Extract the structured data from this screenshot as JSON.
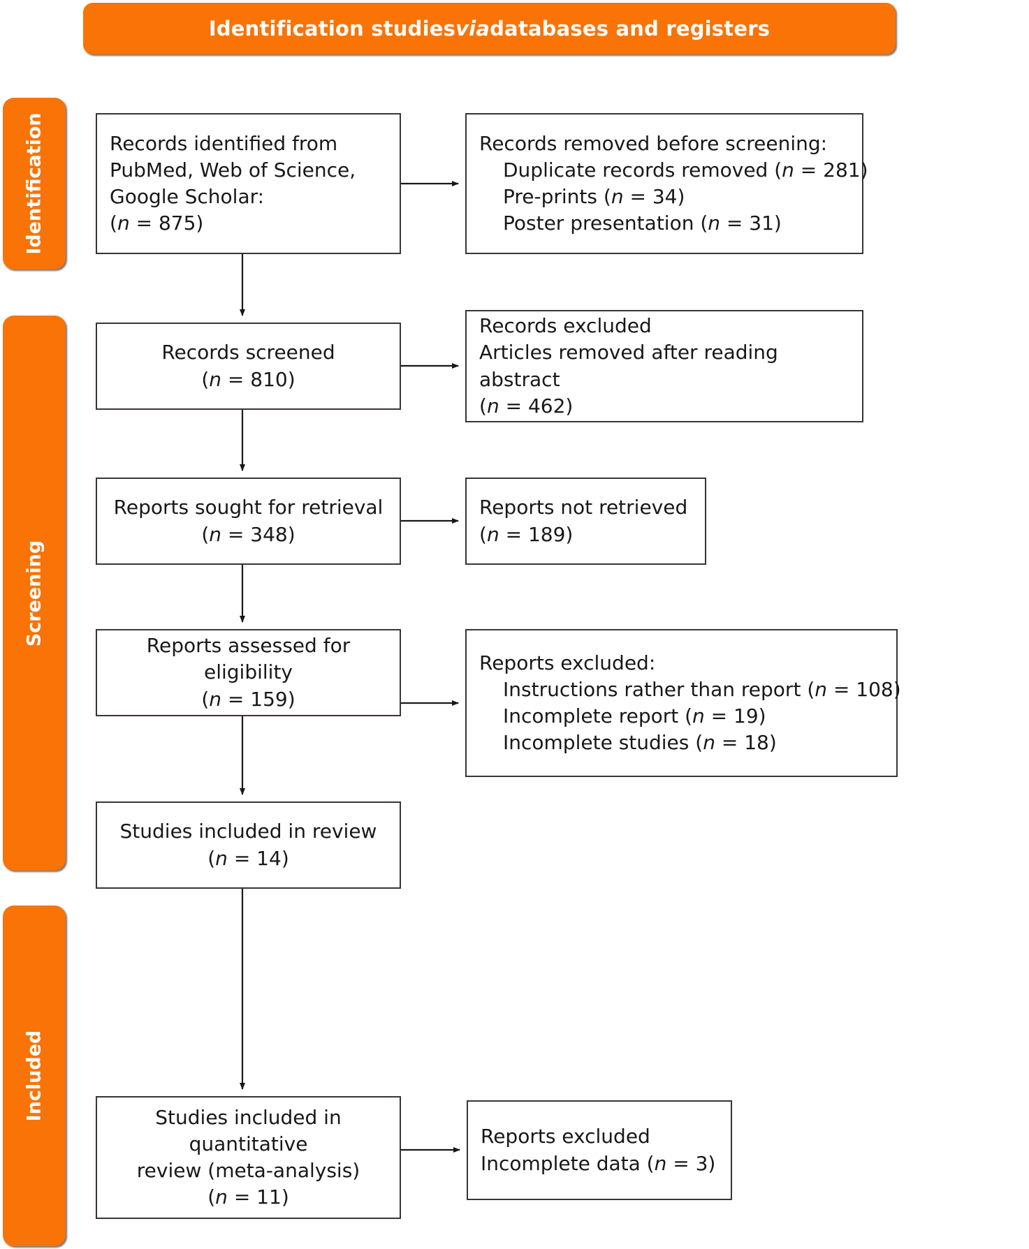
{
  "banner": {
    "text_before": "Identification studies ",
    "text_italic": "via",
    "text_after": " databases and registers"
  },
  "stages": {
    "identification": "Identification",
    "screening": "Screening",
    "included": "Included"
  },
  "boxes": {
    "identified": {
      "line1": "Records identified from",
      "line2": "PubMed, Web of Science,",
      "line3": "Google Scholar:",
      "count_open": "(",
      "count_n": "n",
      "count_value": " = 875)"
    },
    "removed": {
      "title": "Records removed before screening:",
      "item1_text": "Duplicate records removed (",
      "item1_n": "n",
      "item1_value": " = 281)",
      "item2_text": "Pre-prints (",
      "item2_n": "n",
      "item2_value": " = 34)",
      "item3_text": "Poster presentation (",
      "item3_n": "n",
      "item3_value": " = 31)"
    },
    "screened": {
      "line1": "Records screened",
      "count_open": "(",
      "count_n": "n",
      "count_value": " = 810)"
    },
    "excluded_abstract": {
      "line1": "Records excluded",
      "line2": "Articles removed after reading abstract",
      "count_open": "(",
      "count_n": "n",
      "count_value": " = 462)"
    },
    "sought": {
      "line1": "Reports sought for retrieval",
      "count_open": "(",
      "count_n": "n",
      "count_value": " = 348)"
    },
    "not_retrieved": {
      "line1": "Reports not retrieved",
      "count_open": "(",
      "count_n": "n",
      "count_value": " = 189)"
    },
    "assessed": {
      "line1": "Reports assessed for eligibility",
      "count_open": "(",
      "count_n": "n",
      "count_value": " = 159)"
    },
    "excluded_reports": {
      "title": "Reports excluded:",
      "item1_text": "Instructions rather than report (",
      "item1_n": "n",
      "item1_value": " = 108)",
      "item2_text": "Incomplete report (",
      "item2_n": "n",
      "item2_value": " = 19)",
      "item3_text": "Incomplete studies (",
      "item3_n": "n",
      "item3_value": " = 18)"
    },
    "included_review": {
      "line1": "Studies included in review",
      "count_open": "(",
      "count_n": "n",
      "count_value": " = 14)"
    },
    "included_meta": {
      "line1": "Studies included in quantitative",
      "line2": "review (meta-analysis)",
      "count_open": "(",
      "count_n": "n",
      "count_value": " = 11)"
    },
    "excluded_data": {
      "line1": "Reports excluded",
      "line2_text": "Incomplete data (",
      "line2_n": "n",
      "line2_value": " = 3)"
    }
  },
  "colors": {
    "accent": "#F97306",
    "box_border": "#3a3436",
    "text": "#1a1718",
    "banner_text": "#ffffff"
  }
}
